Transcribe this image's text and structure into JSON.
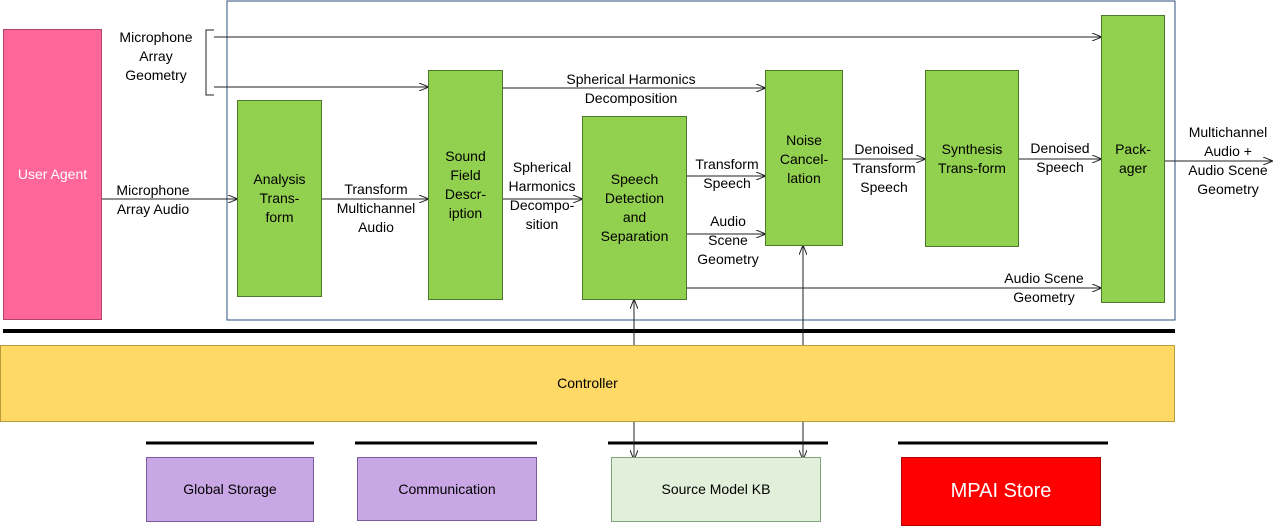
{
  "user_agent": "User Agent",
  "modules": {
    "analysis": "Analysis\nTrans-\nform",
    "sound_field": "Sound\nField\nDescr-\niption",
    "speech_detection": "Speech\nDetection\nand\nSeparation",
    "noise_cancellation": "Noise\nCancel-\nlation",
    "synthesis": "Synthesis\nTrans-form",
    "packager": "Pack-\nager"
  },
  "labels": {
    "mic_geometry": "Microphone\nArray\nGeometry",
    "mic_audio": "Microphone\nArray Audio",
    "transform_multichannel": "Transform\nMultichannel\nAudio",
    "sh_decomp_top": "Spherical Harmonics\nDecomposition",
    "sh_decomp_mid": "Spherical\nHarmonics\nDecompo-sition",
    "transform_speech": "Transform\nSpeech",
    "audio_scene_geometry_mid": "Audio\nScene\nGeometry",
    "audio_scene_geometry_bottom": "Audio Scene\nGeometry",
    "denoised_transform_speech": "Denoised\nTransform\nSpeech",
    "denoised_speech": "Denoised\nSpeech",
    "output": "Multichannel\nAudio +\nAudio Scene\nGeometry"
  },
  "controller": "Controller",
  "resources": {
    "global_storage": "Global Storage",
    "communication": "Communication",
    "source_model_kb": "Source Model KB",
    "mpai_store": "MPAI Store"
  },
  "colors": {
    "module_green": "#92d050",
    "user_agent_pink": "#ff6699",
    "controller_yellow": "#ffd966",
    "storage_purple": "#c9a6e4",
    "kb_green": "#e2efda",
    "store_red": "#ff0000"
  }
}
